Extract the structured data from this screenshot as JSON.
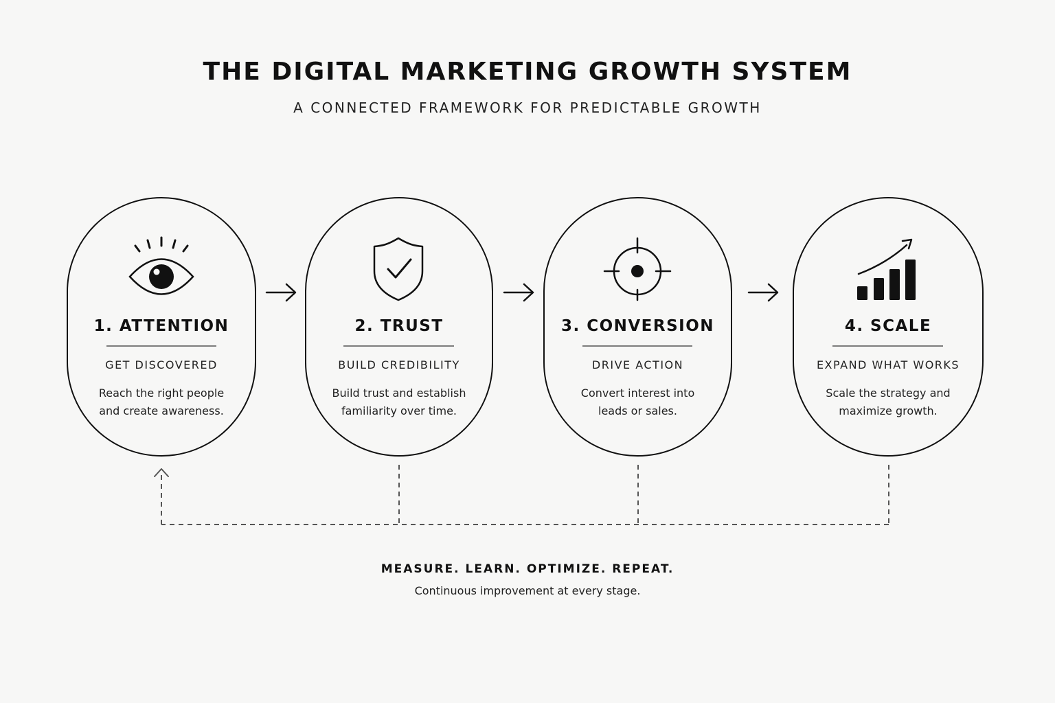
{
  "header": {
    "title": "THE DIGITAL MARKETING GROWTH SYSTEM",
    "subtitle": "A CONNECTED FRAMEWORK FOR PREDICTABLE GROWTH"
  },
  "stages": [
    {
      "title": "1. ATTENTION",
      "subtitle": "GET DISCOVERED",
      "desc_line1": "Reach the right people",
      "desc_line2": "and create awareness.",
      "icon": "eye-icon"
    },
    {
      "title": "2. TRUST",
      "subtitle": "BUILD CREDIBILITY",
      "desc_line1": "Build trust and establish",
      "desc_line2": "familiarity over time.",
      "icon": "shield-check-icon"
    },
    {
      "title": "3. CONVERSION",
      "subtitle": "DRIVE ACTION",
      "desc_line1": "Convert interest into",
      "desc_line2": "leads or sales.",
      "icon": "target-icon"
    },
    {
      "title": "4. SCALE",
      "subtitle": "EXPAND WHAT WORKS",
      "desc_line1": "Scale the strategy and",
      "desc_line2": "maximize growth.",
      "icon": "growth-chart-icon"
    }
  ],
  "footer": {
    "title": "MEASURE. LEARN. OPTIMIZE. REPEAT.",
    "subtitle": "Continuous improvement at every stage."
  },
  "colors": {
    "background": "#f7f7f6",
    "ink": "#111111",
    "dashed": "#555555"
  }
}
